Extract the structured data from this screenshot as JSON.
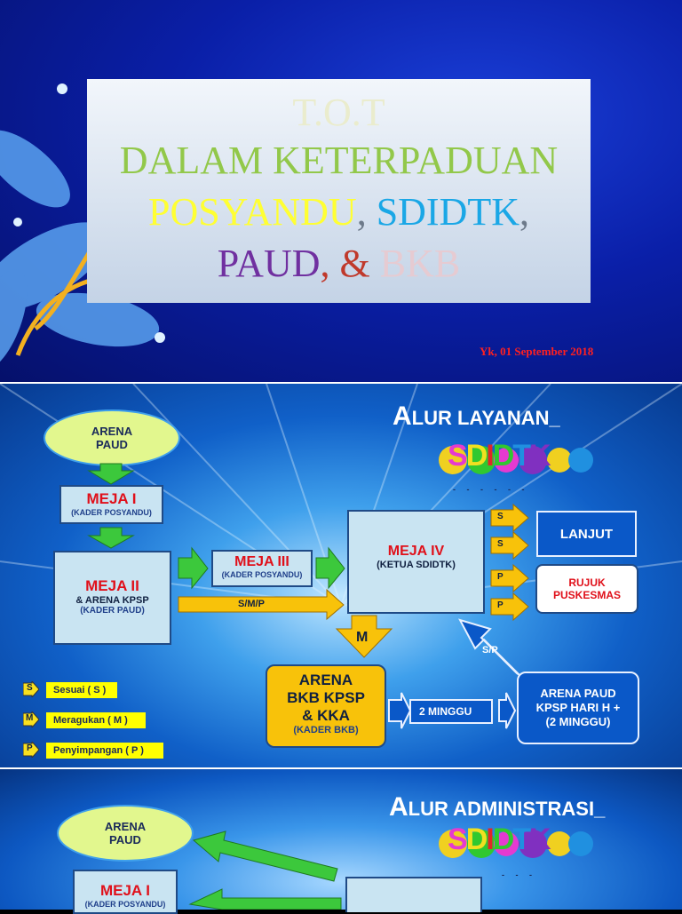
{
  "slide1": {
    "title_line0": "T.O.T",
    "title_line1": "DALAM KETERPADUAN",
    "posyandu": "POSYANDU",
    "sep1": ",",
    "sdidtk": "SDIDTK",
    "sep2": ",",
    "paud": "PAUD",
    "sep3": ", &",
    "bkb": "BKB",
    "date": "Yk, 01 September 2018"
  },
  "slide2": {
    "header_cap": "A",
    "header_rest": "LUR LAYANAN",
    "logo_letters": [
      "S",
      "D",
      "I",
      "D",
      "T",
      "K"
    ],
    "arena_paud": "ARENA\nPAUD",
    "meja1_title": "MEJA I",
    "meja1_sub": "(KADER POSYANDU)",
    "meja2_title": "MEJA II",
    "meja2_line2": "& ARENA KPSP",
    "meja2_sub": "(KADER PAUD)",
    "meja3_title": "MEJA III",
    "meja3_sub": "(KADER POSYANDU)",
    "smp_label": "S/M/P",
    "meja4_title": "MEJA IV",
    "meja4_sub": "(KETUA SDIDTK)",
    "m_label": "M",
    "sp_label": "S/P",
    "arrows_right": [
      "S",
      "S",
      "P",
      "P"
    ],
    "lanjut": "LANJUT",
    "rujuk": "RUJUK\nPUSKESMAS",
    "arena_bkb_line1": "ARENA",
    "arena_bkb_line2": "BKB KPSP",
    "arena_bkb_line3": "& KKA",
    "arena_bkb_sub": "(KADER BKB)",
    "dua_minggu": "2 MINGGU",
    "arena_paud2": "ARENA PAUD\nKPSP HARI H +\n(2 MINGGU)",
    "legend": [
      {
        "tag": "S",
        "label": "Sesuai ( S )"
      },
      {
        "tag": "M",
        "label": "Meragukan ( M )"
      },
      {
        "tag": "P",
        "label": "Penyimpangan ( P )"
      }
    ],
    "colors": {
      "S": "#e53ad0",
      "D1": "#f0e020",
      "I": "#e02828",
      "D2": "#30c830",
      "T": "#2090e0",
      "K": "#8030c0"
    }
  },
  "slide3": {
    "header_cap": "A",
    "header_rest": "LUR ADMINISTRASI",
    "logo_letters": [
      "S",
      "D",
      "I",
      "D",
      "T",
      "K"
    ],
    "arena_paud": "ARENA\nPAUD",
    "meja1_title": "MEJA I",
    "meja1_sub": "(KADER POSYANDU)"
  }
}
